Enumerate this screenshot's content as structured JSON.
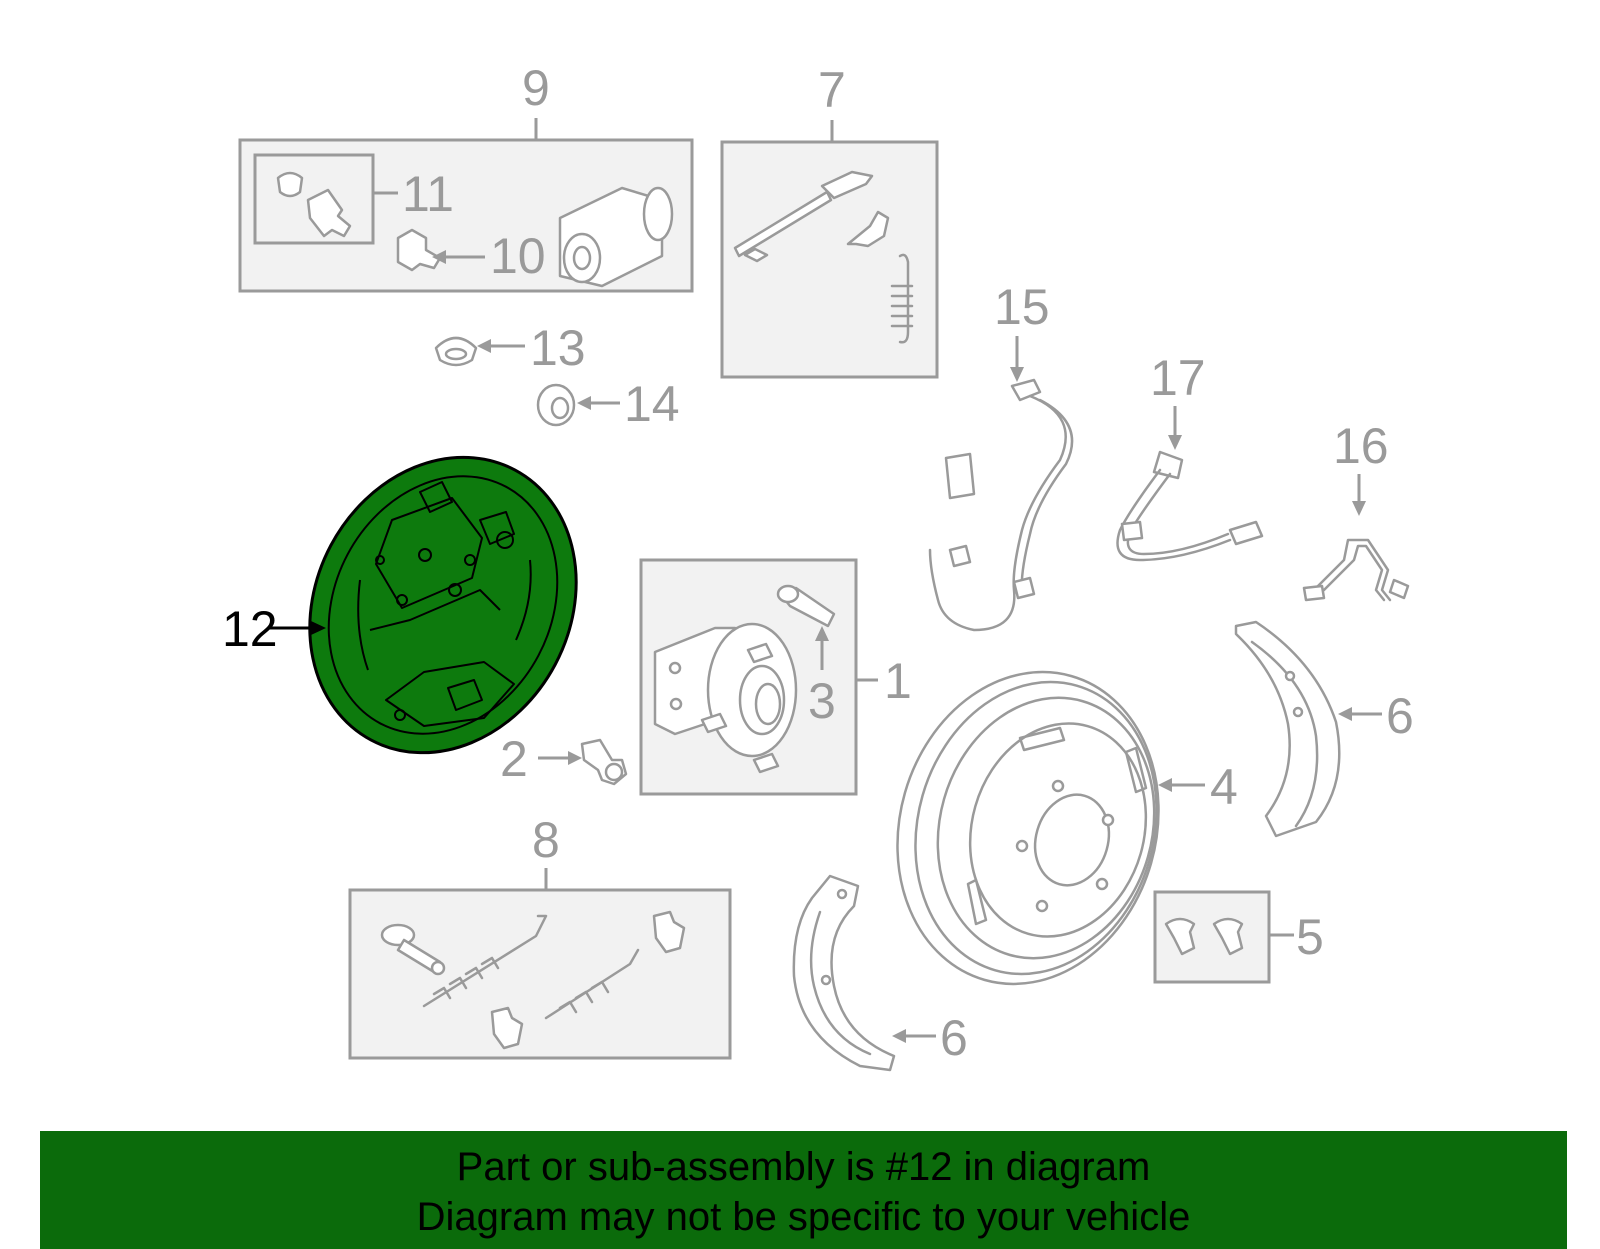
{
  "callouts": {
    "c1": "1",
    "c2": "2",
    "c3": "3",
    "c4": "4",
    "c5": "5",
    "c6a": "6",
    "c6b": "6",
    "c7": "7",
    "c8": "8",
    "c9": "9",
    "c10": "10",
    "c11": "11",
    "c12": "12",
    "c13": "13",
    "c14": "14",
    "c15": "15",
    "c16": "16",
    "c17": "17"
  },
  "banner": {
    "line1": "Part or sub-assembly is #12 in diagram",
    "line2": "Diagram may not be specific to your vehicle"
  },
  "colors": {
    "highlight_part": "#0d7a0d",
    "banner_background": "#0b6b0b",
    "callout_gray": "#9a9a9a",
    "highlight_callout": "#000000"
  }
}
